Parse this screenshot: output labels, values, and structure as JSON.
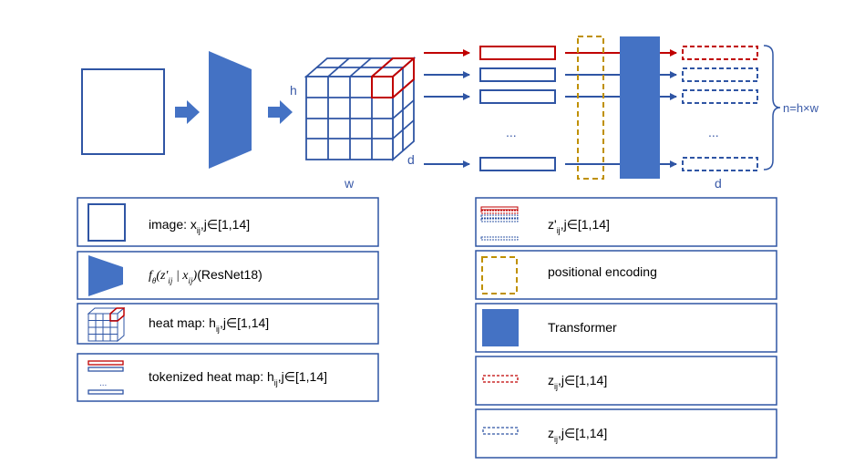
{
  "diagram": {
    "labels": {
      "h": "h",
      "w": "w",
      "d_cube": "d",
      "d_tokens": "d",
      "dots_tokens": "...",
      "dots_outputs": "...",
      "n_formula": "n=h×w"
    }
  },
  "legend": {
    "left": [
      {
        "id": "image",
        "prefix": "image: x",
        "sub": "ij",
        "suffix": ",j∈[1,14]"
      },
      {
        "id": "function",
        "formula": "f",
        "formula_sub": "θ",
        "formula_args_a": "(z'",
        "formula_args_sub1": "ij",
        "formula_args_b": " | x",
        "formula_args_sub2": "ij",
        "formula_args_c": ")",
        "suffix": "(ResNet18)"
      },
      {
        "id": "heatmap",
        "prefix": "heat map: h",
        "sub": "ij",
        "suffix": ",j∈[1,14]"
      },
      {
        "id": "tokenized",
        "prefix": "tokenized heat map: h",
        "sub": "ij",
        "suffix": ",j∈[1,14]",
        "icon_dots": "..."
      }
    ],
    "right": [
      {
        "id": "zprime",
        "prefix": "z'",
        "sub": "ij",
        "suffix": ",j∈[1,14]"
      },
      {
        "id": "posenc",
        "text": "positional encoding"
      },
      {
        "id": "transformer",
        "text": "Transformer"
      },
      {
        "id": "z-red",
        "prefix": "z",
        "sub": "ij",
        "suffix": ",j∈[1,14]"
      },
      {
        "id": "z-blue",
        "prefix": "z",
        "sub": "ij",
        "suffix": ",j∈[1,14]"
      }
    ]
  },
  "colors": {
    "blue": "#4472C4",
    "dark_blue": "#2F55A4",
    "red": "#C00000",
    "gold": "#BF9000",
    "label_blue": "#3A5AA8"
  }
}
